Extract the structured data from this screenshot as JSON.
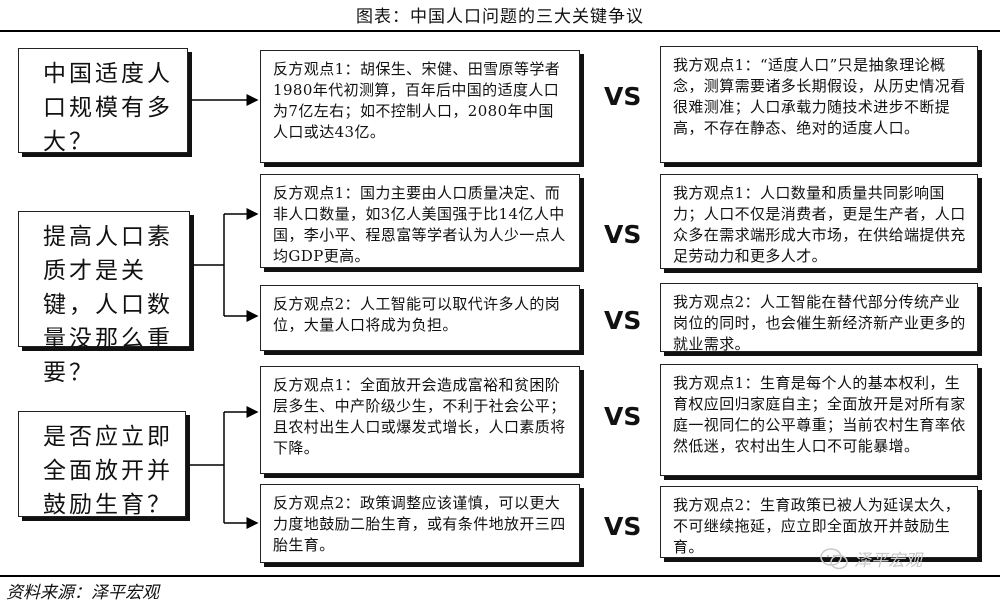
{
  "title": "图表：中国人口问题的三大关键争议",
  "source": "资料来源：泽平宏观",
  "watermark": "泽平宏观",
  "vs_label": "VS",
  "icons": [
    "wechat-icon"
  ],
  "questions": [
    {
      "text": "中国适度人口规模有多大？"
    },
    {
      "text": "提高人口素质才是关键，人口数量没那么重要？"
    },
    {
      "text": "是否应立即全面放开并鼓励生育？"
    }
  ],
  "rows": [
    {
      "opposing": "反方观点1：胡保生、宋健、田雪原等学者1980年代初测算，百年后中国的适度人口为7亿左右；如不控制人口，2080年中国人口或达43亿。",
      "mine": "我方观点1：“适度人口”只是抽象理论概念，测算需要诸多长期假设，从历史情况看很难测准；人口承载力随技术进步不断提高，不存在静态、绝对的适度人口。"
    },
    {
      "opposing": "反方观点1：国力主要由人口质量决定、而非人口数量，如3亿人美国强于比14亿人中国，李小平、程恩富等学者认为人少一点人均GDP更高。",
      "mine": "我方观点1：人口数量和质量共同影响国力；人口不仅是消费者，更是生产者，人口众多在需求端形成大市场，在供给端提供充足劳动力和更多人才。"
    },
    {
      "opposing": "反方观点2：人工智能可以取代许多人的岗位，大量人口将成为负担。",
      "mine": "我方观点2：人工智能在替代部分传统产业岗位的同时，也会催生新经济新产业更多的就业需求。"
    },
    {
      "opposing": "反方观点1：全面放开会造成富裕和贫困阶层多生、中产阶级少生，不利于社会公平；且农村出生人口或爆发式增长，人口素质将下降。",
      "mine": "我方观点1：生育是每个人的基本权利，生育权应回归家庭自主；全面放开是对所有家庭一视同仁的公平尊重；当前农村生育率依然低迷，农村出生人口不可能暴增。"
    },
    {
      "opposing": "反方观点2：政策调整应该谨慎，可以更大力度地鼓励二胎生育，或有条件地放开三四胎生育。",
      "mine": "我方观点2：生育政策已被人为延误太久，不可继续拖延，应立即全面放开并鼓励生育。"
    }
  ]
}
